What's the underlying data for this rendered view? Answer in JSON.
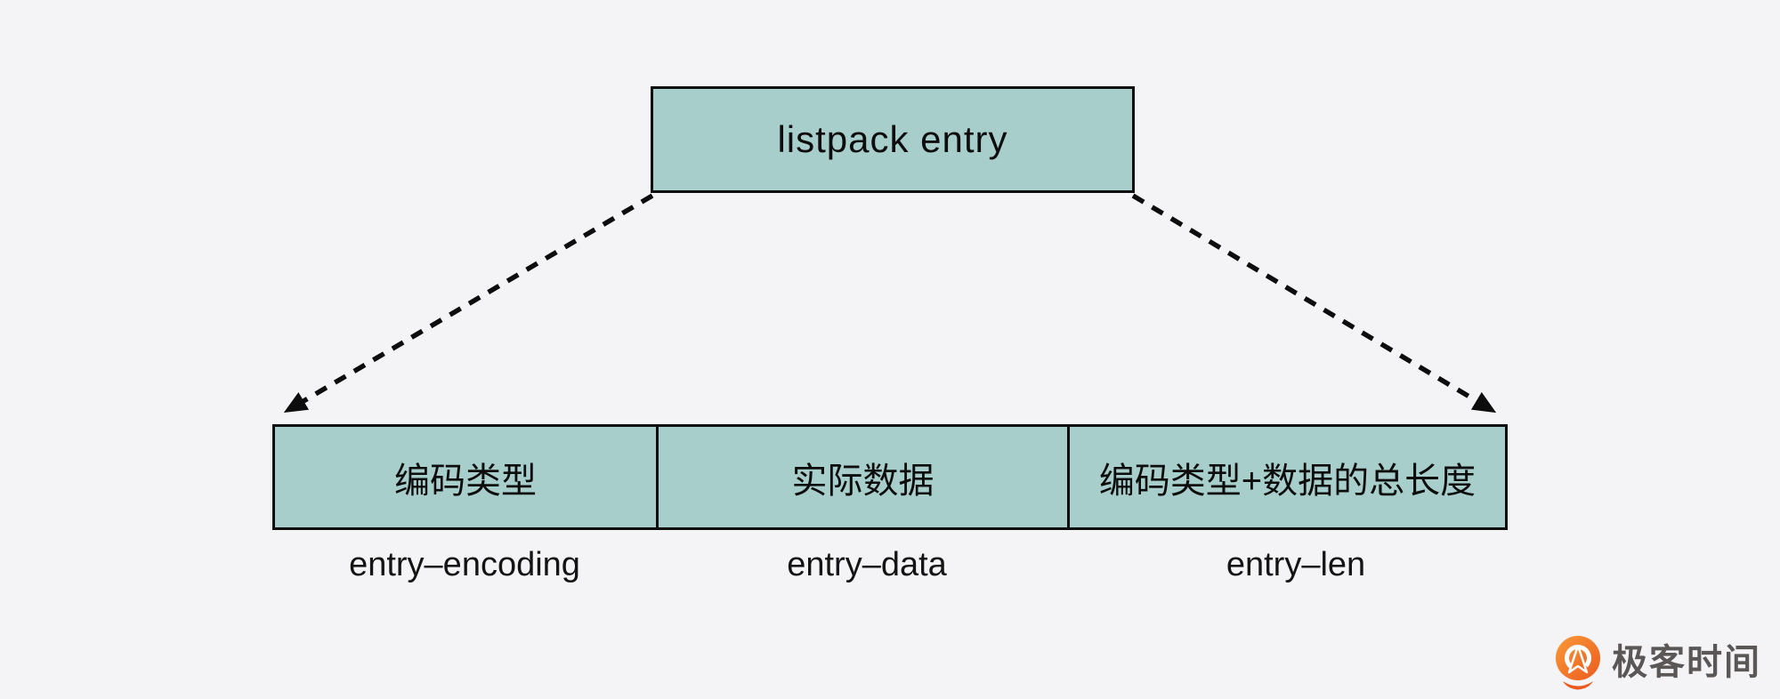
{
  "diagram": {
    "title_box": {
      "label": "listpack entry"
    },
    "fields": [
      {
        "cn": "编码类型",
        "en": "entry–encoding"
      },
      {
        "cn": "实际数据",
        "en": "entry–data"
      },
      {
        "cn": "编码类型+数据的总长度",
        "en": "entry–len"
      }
    ],
    "colors": {
      "background": "#f4f4f6",
      "box_fill": "#a8cecb",
      "box_border": "#0d0d0d",
      "arrow": "#0d0d0d",
      "label_text": "#141414"
    }
  },
  "branding": {
    "logo_icon": "geektime-pin-icon",
    "logo_text": "极客时间",
    "logo_orange": "#f1731f",
    "logo_text_color": "#5b5756"
  }
}
